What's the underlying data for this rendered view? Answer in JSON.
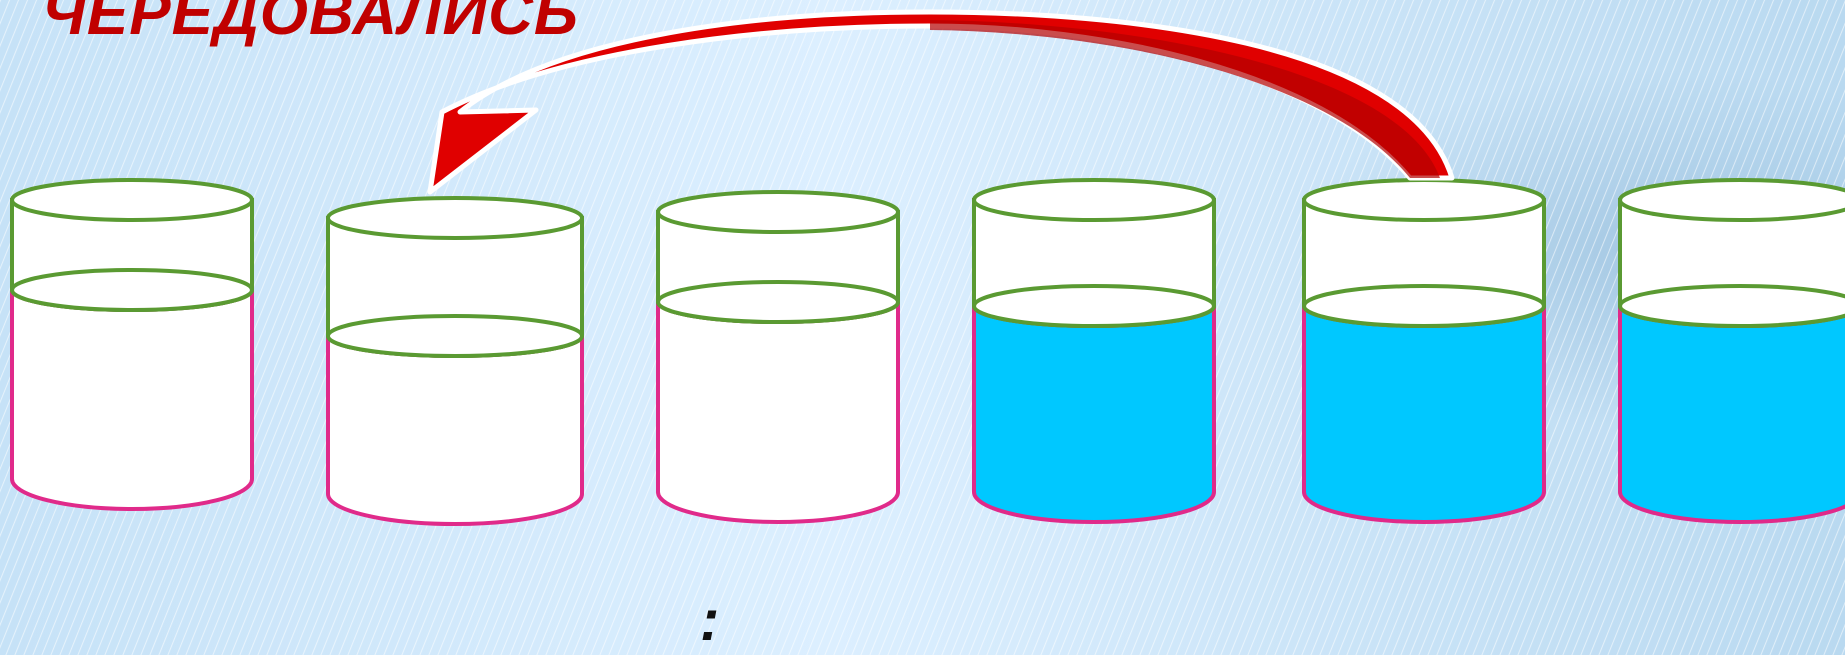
{
  "slide": {
    "title": "ЧЕРЕДОВАЛИСЬ",
    "footer_text": ":"
  },
  "colors": {
    "title": "#c00000",
    "arrow": "#e00000",
    "rim": "#5a9a32",
    "body_outline": "#e02a8a",
    "water": "#00c8ff",
    "empty": "#ffffff"
  },
  "cylinders": [
    {
      "label": "cylinder-1",
      "filled": false
    },
    {
      "label": "cylinder-2",
      "filled": false
    },
    {
      "label": "cylinder-3",
      "filled": false
    },
    {
      "label": "cylinder-4",
      "filled": true
    },
    {
      "label": "cylinder-5",
      "filled": true
    },
    {
      "label": "cylinder-6",
      "filled": true
    }
  ],
  "arrow": {
    "from": "cylinder-5",
    "to": "cylinder-2"
  }
}
